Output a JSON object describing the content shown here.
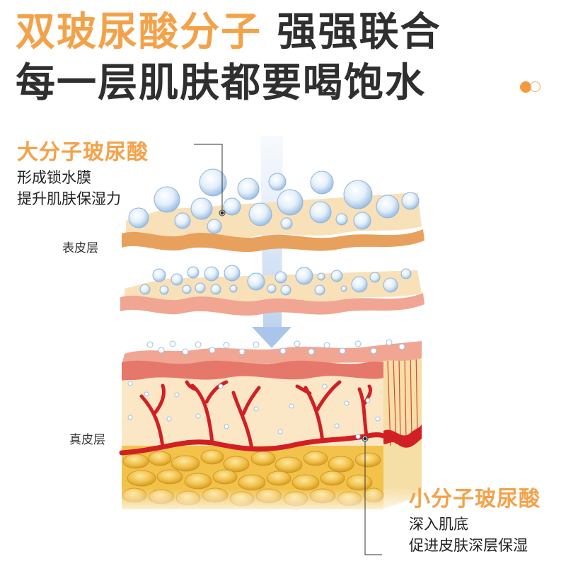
{
  "headline": {
    "line1_accent": "双玻尿酸分子",
    "line1_dark": " 强强联合",
    "line2": "每一层肌肤都要喝饱水"
  },
  "decor": {
    "pager_dots": [
      "active",
      "inactive"
    ],
    "accent_color": "#f3a24a"
  },
  "callouts": {
    "large_ha": {
      "title": "大分子玻尿酸",
      "lines": [
        "形成锁水膜",
        "提升肌肤保湿力"
      ]
    },
    "small_ha": {
      "title": "小分子玻尿酸",
      "lines": [
        "深入肌底",
        "促进皮肤深层保湿"
      ]
    }
  },
  "layers": {
    "epidermis": "表皮层",
    "dermis": "真皮层"
  },
  "colors": {
    "accent": "#f3a24a",
    "text_dark": "#2f2f2f",
    "skin_top": "#f8e1b8",
    "skin_edge": "#e8a15c",
    "pink_layer": "#f1a593",
    "blood_vessel": "#d21f26",
    "fat": "#f2c24a",
    "arrow": "#a9c6ea"
  }
}
